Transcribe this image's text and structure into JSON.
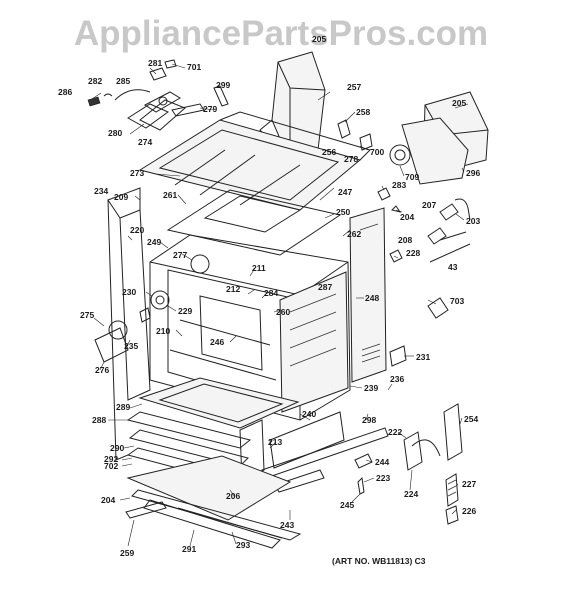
{
  "watermark": "AppliancePartsPros.com",
  "art_number": "(ART NO. WB11813) C3",
  "callouts": [
    "286",
    "281",
    "701",
    "299",
    "282",
    "285",
    "279",
    "280",
    "274",
    "205",
    "257",
    "258",
    "700",
    "709",
    "296",
    "256",
    "278",
    "273",
    "283",
    "204",
    "207",
    "203",
    "234",
    "209",
    "261",
    "247",
    "250",
    "262",
    "208",
    "228",
    "43",
    "220",
    "249",
    "277",
    "211",
    "212",
    "284",
    "287",
    "248",
    "703",
    "230",
    "229",
    "275",
    "210",
    "260",
    "246",
    "235",
    "276",
    "231",
    "239",
    "236",
    "288",
    "289",
    "240",
    "298",
    "254",
    "222",
    "290",
    "292",
    "702",
    "244",
    "213",
    "223",
    "224",
    "227",
    "204",
    "206",
    "245",
    "243",
    "226",
    "259",
    "291",
    "293",
    "205"
  ]
}
